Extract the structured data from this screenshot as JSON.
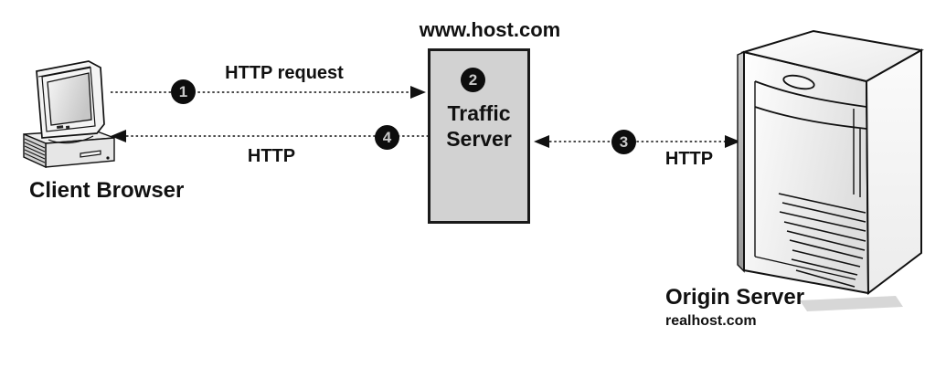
{
  "diagram": {
    "client": {
      "label": "Client Browser",
      "icon": "desktop-computer-icon"
    },
    "proxy": {
      "hostname": "www.host.com",
      "step_badge": "2",
      "name_line1": "Traffic",
      "name_line2": "Server"
    },
    "origin": {
      "label": "Origin Server",
      "hostname": "realhost.com",
      "icon": "tower-server-icon"
    },
    "flows": {
      "request_to_proxy": {
        "step_badge": "1",
        "label": "HTTP request",
        "direction": "client-to-proxy"
      },
      "proxy_to_origin": {
        "step_badge": "3",
        "label": "HTTP",
        "direction": "bidirectional"
      },
      "response_to_client": {
        "step_badge": "4",
        "label": "HTTP",
        "direction": "proxy-to-client"
      }
    },
    "colors": {
      "background": "#ffffff",
      "text": "#111111",
      "line": "#111111",
      "proxy_box_fill": "#d2d2d2",
      "proxy_box_border": "#1a1a1a",
      "badge_fill": "#0d0d0d",
      "badge_text": "#c9c9c9"
    }
  }
}
